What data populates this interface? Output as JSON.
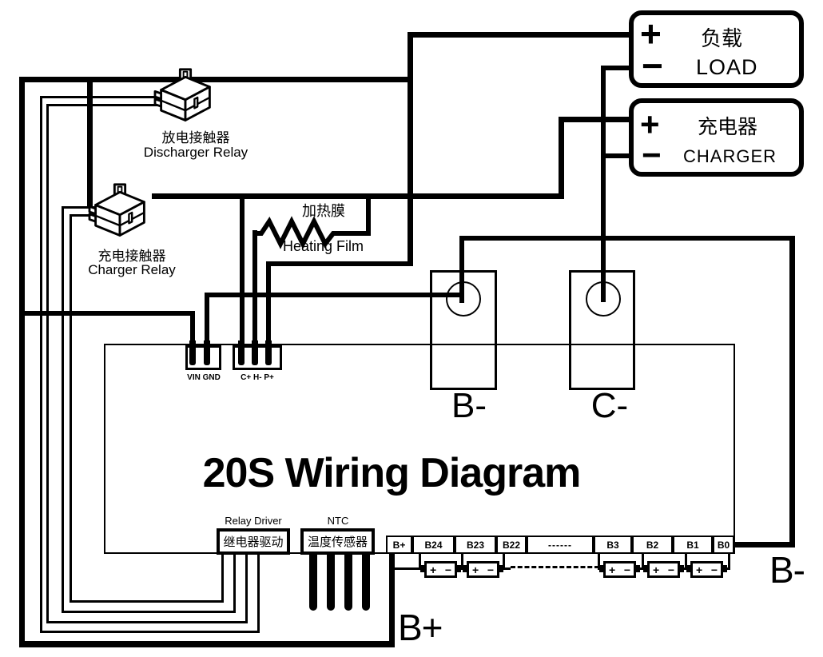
{
  "title": "20S Wiring Diagram",
  "load_box": {
    "plus": "+",
    "minus": "−",
    "label_zh": "负载",
    "label_en": "LOAD"
  },
  "charger_box": {
    "plus": "+",
    "minus": "−",
    "label_zh": "充电器",
    "label_en": "CHARGER"
  },
  "discharger_relay": {
    "label_zh": "放电接触器",
    "label_en": "Discharger Relay"
  },
  "charger_relay": {
    "label_zh": "充电接触器",
    "label_en": "Charger Relay"
  },
  "heating_film": {
    "label_zh": "加热膜",
    "label_en": "Heating Film"
  },
  "connectors": {
    "vin_gnd": "VIN GND",
    "c_h_p": "C+ H- P+"
  },
  "shunts": {
    "b_minus": "B-",
    "c_minus": "C-"
  },
  "relay_driver": {
    "label_en": "Relay Driver",
    "label_zh": "继电器驱动"
  },
  "ntc": {
    "label_en": "NTC",
    "label_zh": "温度传感器"
  },
  "terminal_strip": [
    "B+",
    "B24",
    "B23",
    "B22",
    "------",
    "B3",
    "B2",
    "B1",
    "B0"
  ],
  "battery_cell": {
    "plus": "+",
    "minus": "−"
  },
  "pack_labels": {
    "b_plus": "B+",
    "b_minus": "B-"
  },
  "colors": {
    "ink": "#000000",
    "bg": "#ffffff"
  }
}
